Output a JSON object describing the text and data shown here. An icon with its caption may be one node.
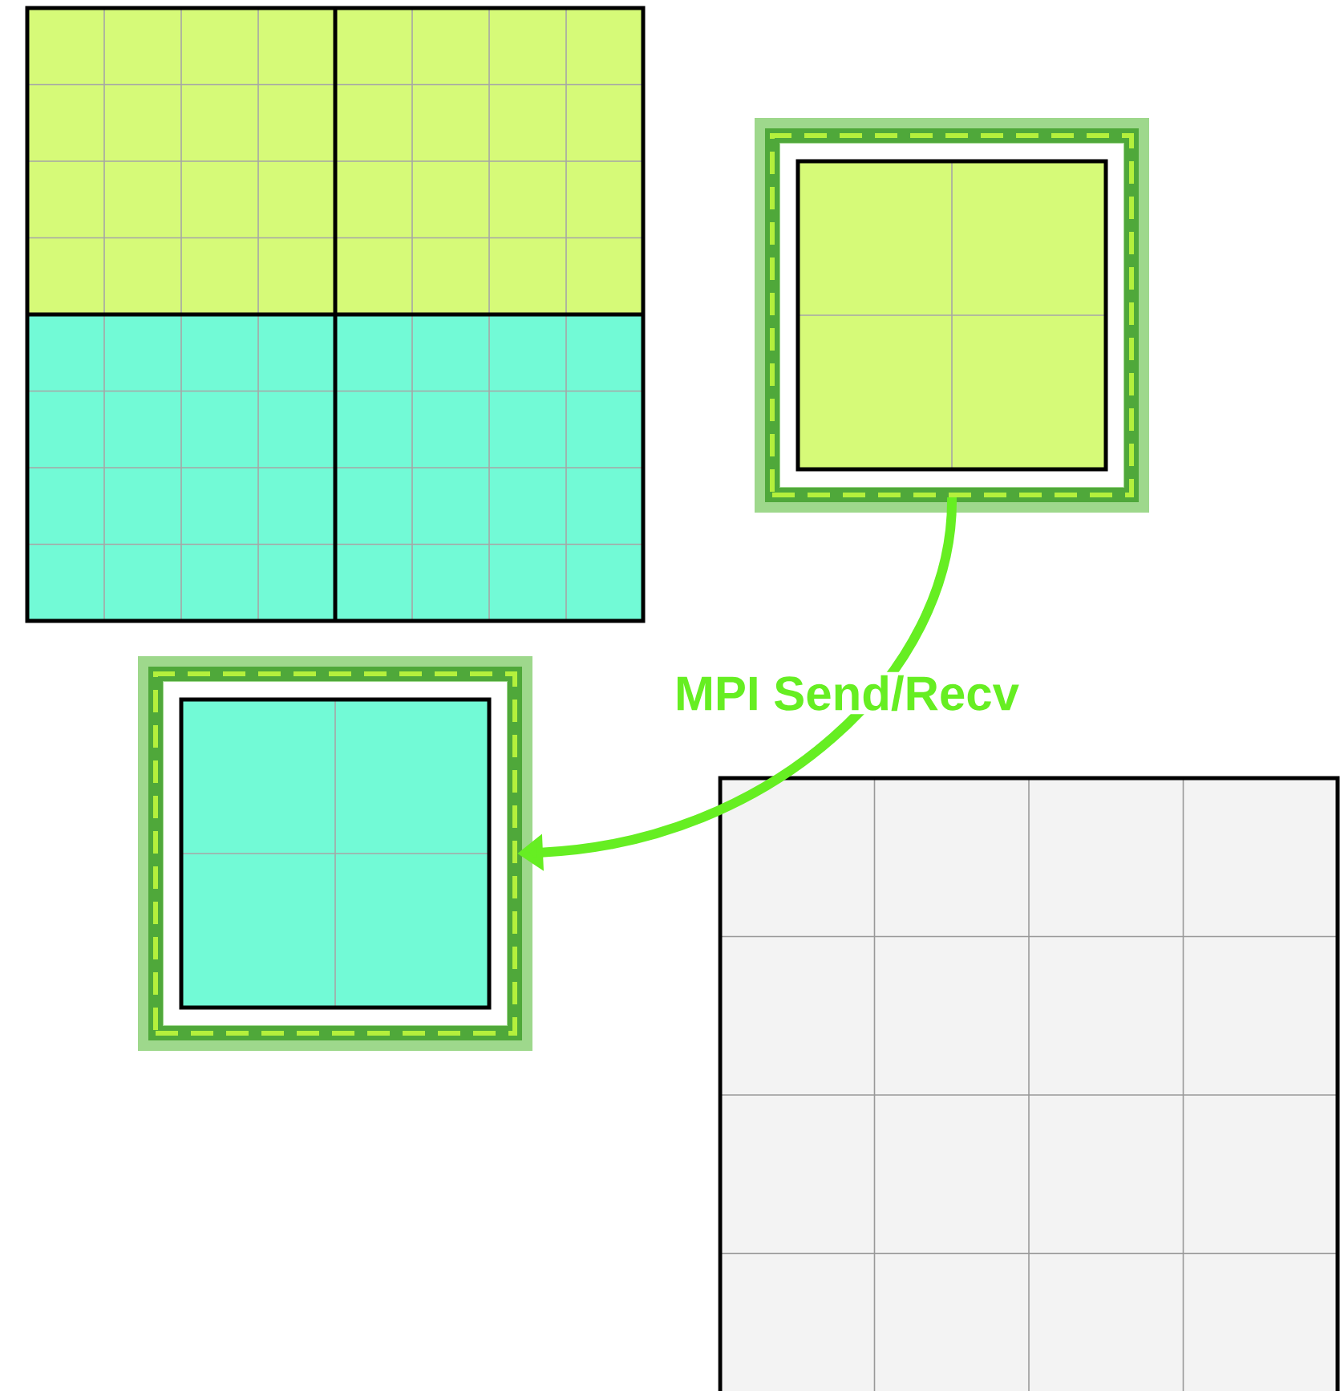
{
  "diagram": {
    "nodes": [
      {
        "text": [],
        "shape": "box"
      },
      {
        "text": [],
        "shape": "box"
      }
    ],
    "edges": [
      {
        "from": 0,
        "to": 1,
        "arrow": "to",
        "label": "MPI Send/Recv",
        "color": "#66ee22"
      }
    ]
  }
}
